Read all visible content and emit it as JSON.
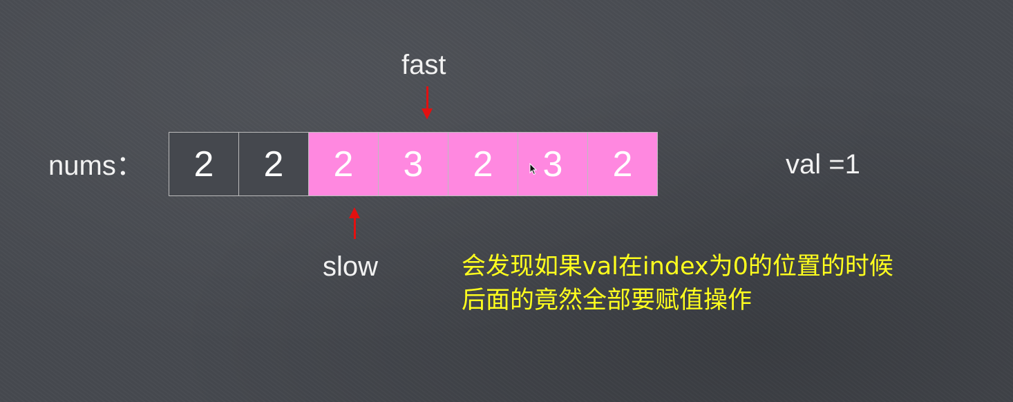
{
  "labels": {
    "nums": "nums：",
    "val": "val =1",
    "fast": "fast",
    "slow": "slow"
  },
  "array": {
    "cells": [
      {
        "value": "2",
        "highlighted": false
      },
      {
        "value": "2",
        "highlighted": false
      },
      {
        "value": "2",
        "highlighted": true
      },
      {
        "value": "3",
        "highlighted": true
      },
      {
        "value": "2",
        "highlighted": true
      },
      {
        "value": "3",
        "highlighted": true
      },
      {
        "value": "2",
        "highlighted": true
      }
    ]
  },
  "pointers": {
    "fast_index": 3,
    "slow_index": 2
  },
  "note": {
    "line1": "会发现如果val在index为0的位置的时候",
    "line2": "后面的竟然全部要赋值操作"
  },
  "colors": {
    "highlight": "#ff88e0",
    "arrow": "#e41010",
    "note_text": "#ffff1e",
    "background": "#46494f"
  }
}
